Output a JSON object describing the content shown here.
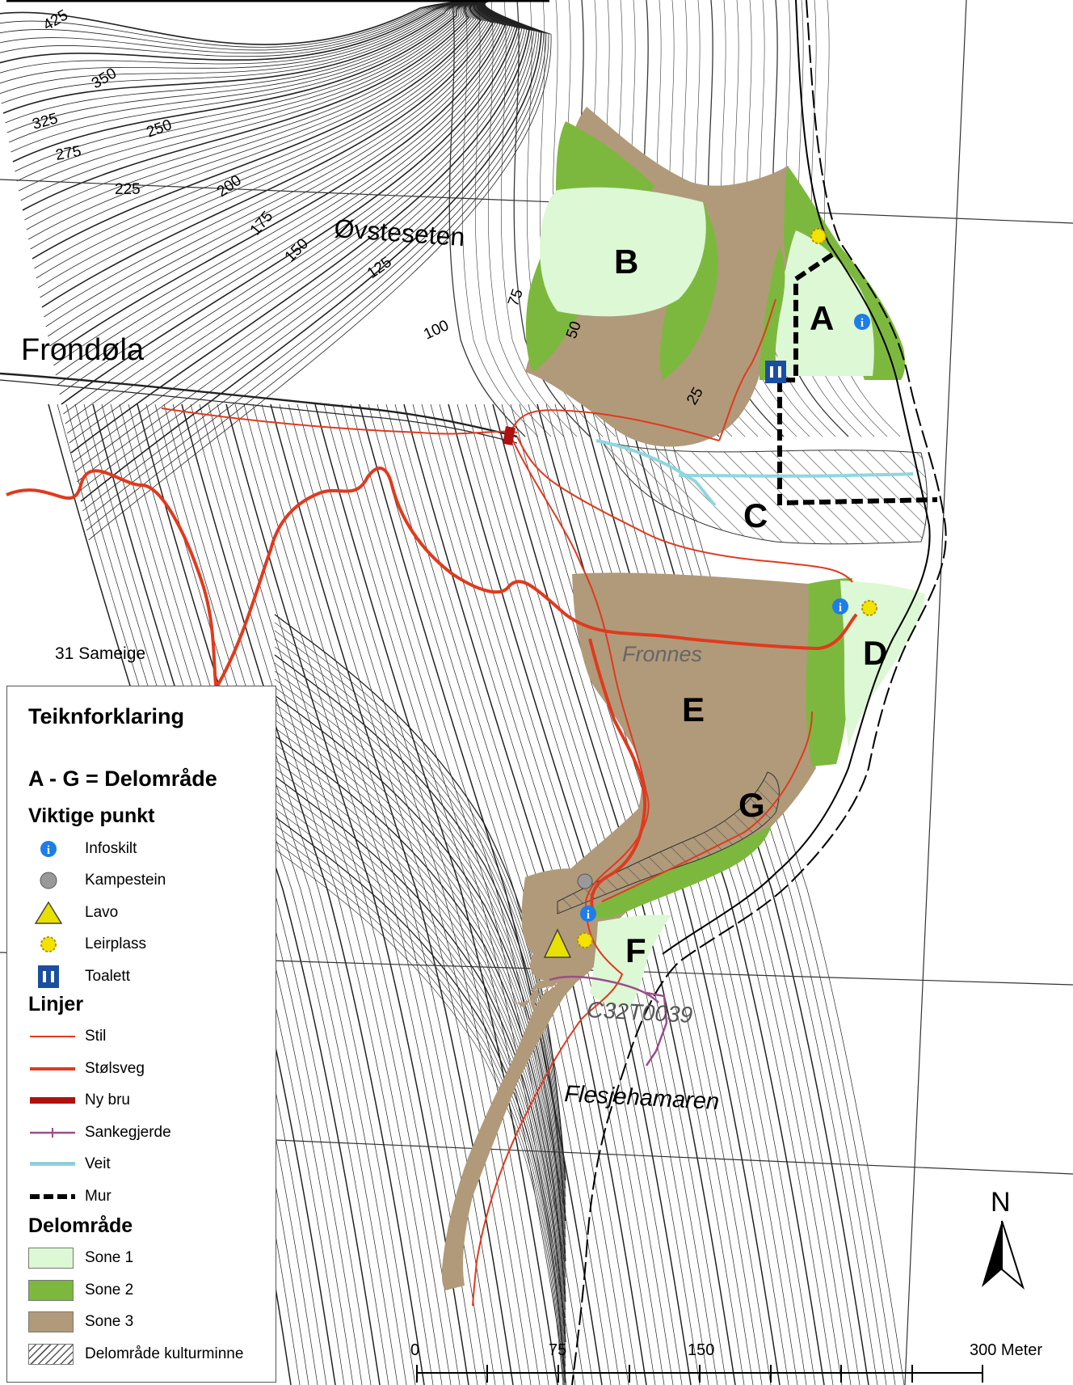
{
  "map": {
    "place_labels": {
      "ovsteseten": "Øvsteseten",
      "frondola": "Frondøla",
      "sameige": "31 Sameige",
      "fronnes": "Fronnes",
      "flesjehamaren": "Flesjehamaren",
      "site_code": "C32T0039"
    },
    "contour_labels": [
      "425",
      "350",
      "325",
      "275",
      "250",
      "225",
      "200",
      "175",
      "150",
      "125",
      "100",
      "75",
      "50",
      "25"
    ],
    "zone_letters": [
      "A",
      "B",
      "C",
      "D",
      "E",
      "F",
      "G"
    ],
    "scale_bar": {
      "ticks": [
        "0",
        "75",
        "150",
        "300 Meter"
      ]
    },
    "north_arrow": "N",
    "colors": {
      "sone1": "#dcf8d4",
      "sone2": "#7db83e",
      "sone3": "#b09a7a",
      "stil": "#e03a1e",
      "stolsveg": "#e03a1e",
      "ny_bru": "#b01010",
      "sankegjerde": "#9b4e8a",
      "veit": "#8fd6e0",
      "info_blue": "#1e7de8",
      "leirplass_yellow": "#f2e400",
      "lavo_yellow": "#e8e000",
      "toalett_blue": "#1a4fa0"
    }
  },
  "legend": {
    "title": "Teiknforklaring",
    "subtitle": "A - G = Delområde",
    "points_header": "Viktige punkt",
    "points": [
      {
        "label": "Infoskilt",
        "icon": "info-icon"
      },
      {
        "label": "Kampestein",
        "icon": "boulder-icon"
      },
      {
        "label": "Lavo",
        "icon": "lavo-triangle-icon"
      },
      {
        "label": "Leirplass",
        "icon": "campsite-star-icon"
      },
      {
        "label": "Toalett",
        "icon": "toilet-icon"
      }
    ],
    "lines_header": "Linjer",
    "lines": [
      {
        "label": "Stil",
        "icon": "path-line-icon"
      },
      {
        "label": "Stølsveg",
        "icon": "stolsveg-line-icon"
      },
      {
        "label": "Ny bru",
        "icon": "new-bridge-icon"
      },
      {
        "label": "Sankegjerde",
        "icon": "fence-line-icon"
      },
      {
        "label": "Veit",
        "icon": "ditch-line-icon"
      },
      {
        "label": "Mur",
        "icon": "wall-line-icon"
      }
    ],
    "areas_header": "Delområde",
    "areas": [
      {
        "label": "Sone 1",
        "color": "#dcf8d4"
      },
      {
        "label": "Sone 2",
        "color": "#7db83e"
      },
      {
        "label": "Sone 3",
        "color": "#b09a7a"
      },
      {
        "label": "Delområde kulturminne",
        "color": "hatched"
      }
    ]
  }
}
